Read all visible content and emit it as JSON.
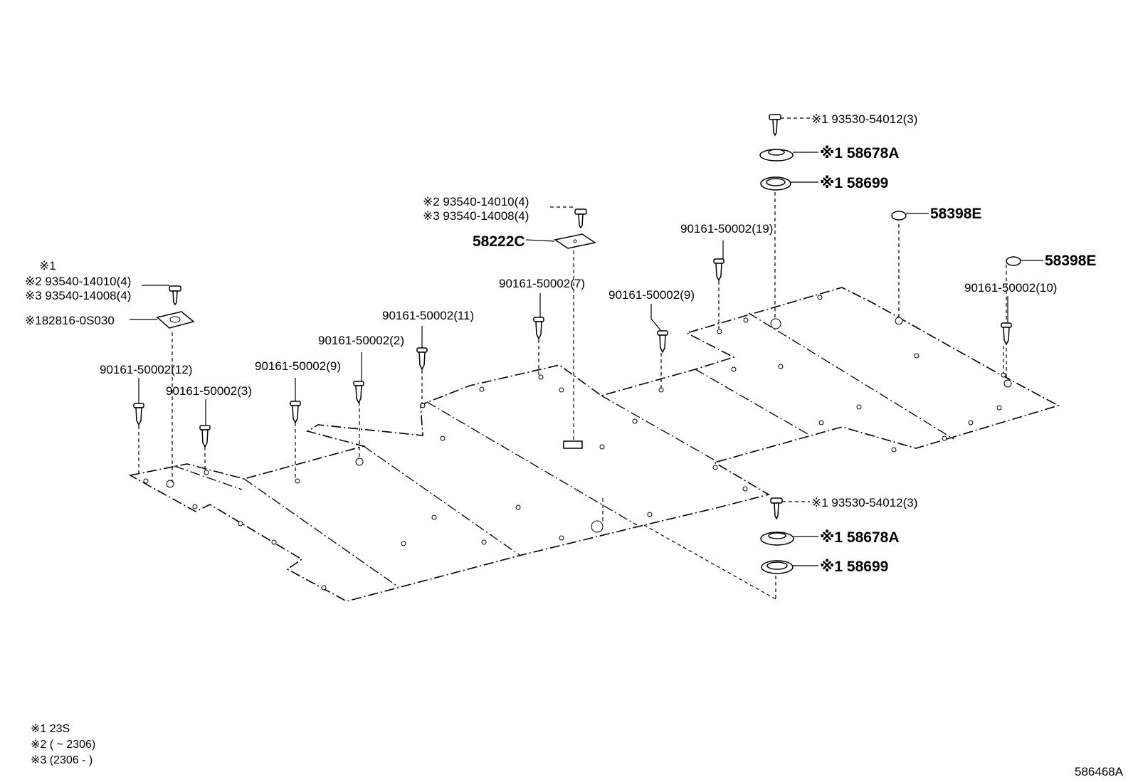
{
  "labels": {
    "bolt_top_right": "※1 93530-54012(3)",
    "cap_top_right": "※1 58678A",
    "ring_top_right": "※1 58699",
    "clip_e1": "58398E",
    "clip_e2": "58398E",
    "screw_19": "90161-50002(19)",
    "screw_10": "90161-50002(10)",
    "screw_9_right": "90161-50002(9)",
    "screw_7": "90161-50002(7)",
    "bolt_2_mid": "※2 93540-14010(4)",
    "bolt_3_mid": "※3 93540-14008(4)",
    "plate_c": "58222C",
    "note_1_left": "※1",
    "bolt_2_left": "※2 93540-14010(4)",
    "bolt_3_left": "※3 93540-14008(4)",
    "plate_left": "※182816-0S030",
    "screw_11": "90161-50002(11)",
    "screw_2": "90161-50002(2)",
    "screw_9_left": "90161-50002(9)",
    "screw_12": "90161-50002(12)",
    "screw_3": "90161-50002(3)",
    "bolt_bottom_right": "※1 93530-54012(3)",
    "cap_bottom_right": "※1 58678A",
    "ring_bottom_right": "※1 58699"
  },
  "notes": [
    "※1 23S",
    "※2 (      ~ 2306)",
    "※3 (2306 -      )"
  ],
  "diagram_id": "586468A"
}
